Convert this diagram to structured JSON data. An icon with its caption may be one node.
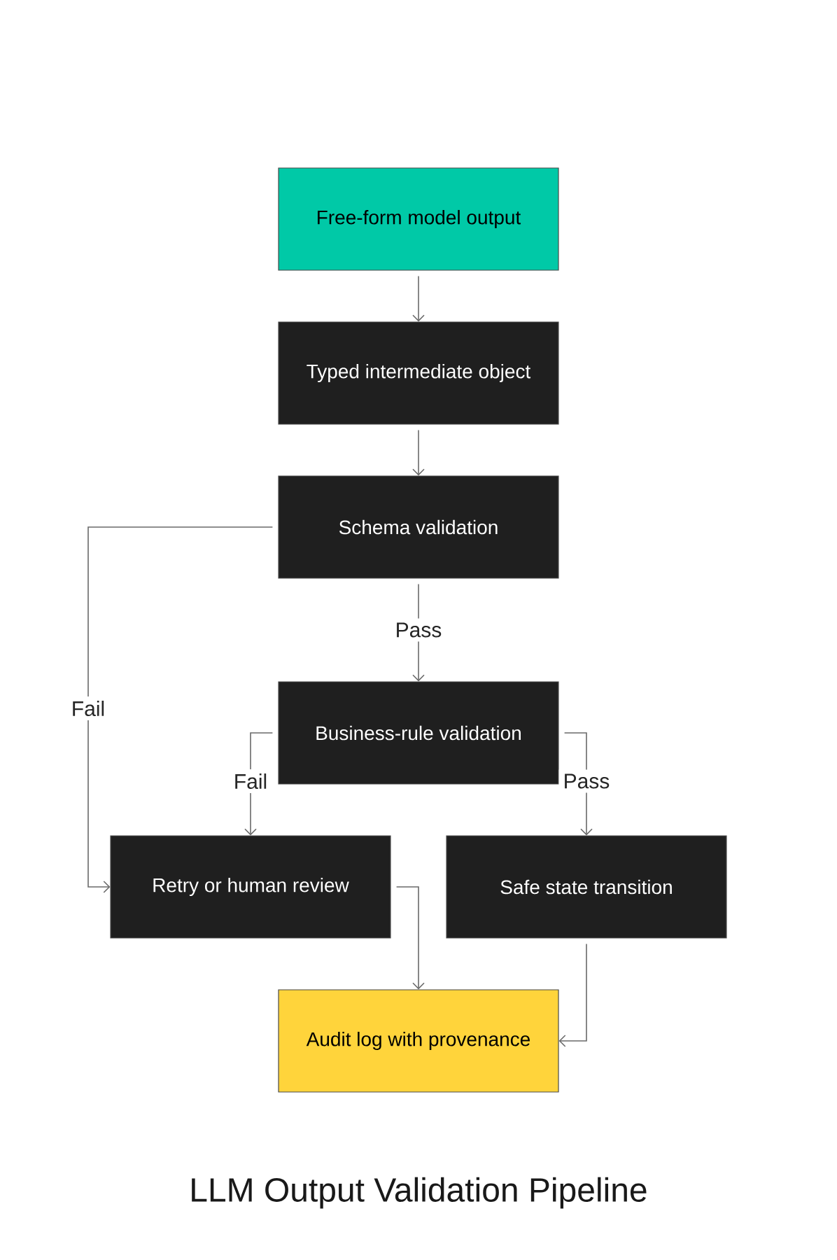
{
  "diagram": {
    "title": "LLM Output Validation Pipeline",
    "nodes": [
      {
        "text": [
          "Free-form model output"
        ]
      },
      {
        "text": [
          "Typed intermediate object"
        ]
      },
      {
        "text": [
          "Schema validation"
        ]
      },
      {
        "text": [
          "Business-rule validation"
        ]
      },
      {
        "text": [
          "Retry or human review"
        ]
      },
      {
        "text": [
          "Safe state transition"
        ]
      },
      {
        "text": [
          "Audit log with provenance"
        ]
      }
    ],
    "edges": [
      {
        "from": 0,
        "to": 1,
        "arrow": "to"
      },
      {
        "from": 1,
        "to": 2,
        "arrow": "to"
      },
      {
        "from": 2,
        "to": 3,
        "arrow": "to",
        "label": "Pass"
      },
      {
        "from": 2,
        "to": 4,
        "arrow": "to",
        "label": "Fail"
      },
      {
        "from": 3,
        "to": 4,
        "arrow": "to",
        "label": "Fail"
      },
      {
        "from": 3,
        "to": 5,
        "arrow": "to",
        "label": "Pass"
      },
      {
        "from": 4,
        "to": 6,
        "arrow": "to"
      },
      {
        "from": 5,
        "to": 6,
        "arrow": "to"
      }
    ]
  }
}
